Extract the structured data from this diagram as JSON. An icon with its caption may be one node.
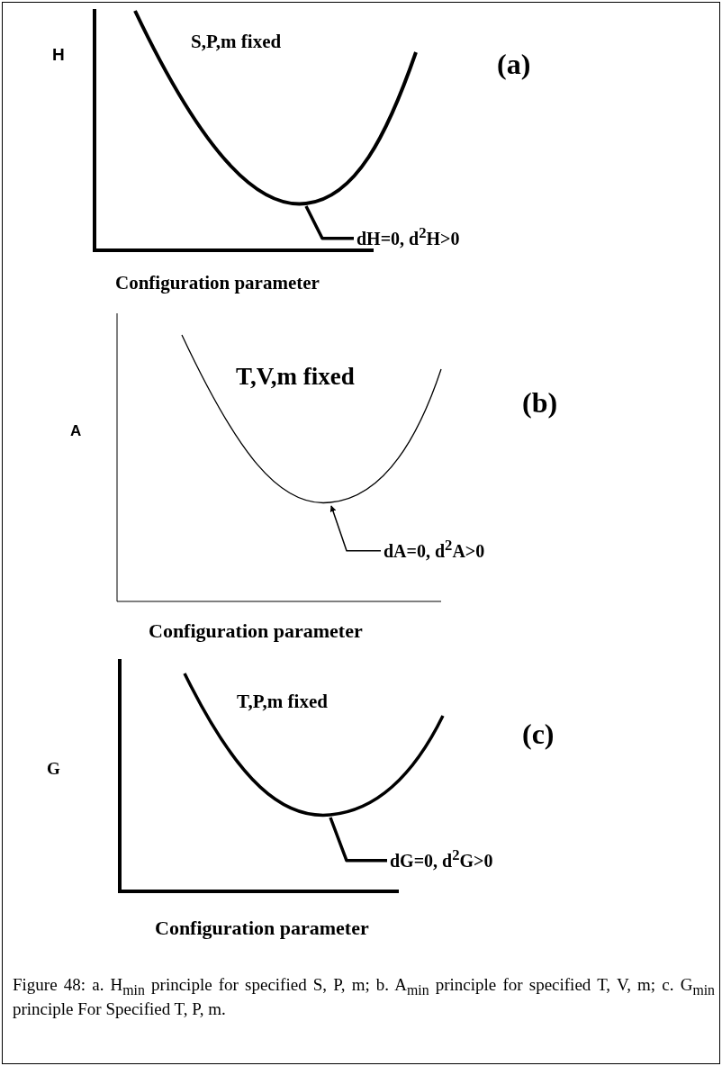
{
  "diagram": {
    "caption": "Figure 48: a. H$_{min}$ principle for specified S, P, m; b. A$_{min}$ principle for specified T, V, m; c. G$_{min}$ principle For Specified T, P, m.",
    "nodes": [
      {
        "text": [
          "dH=0, d$^{2}$H>0"
        ]
      },
      {
        "text": [
          "dA=0, d$^{2}$A>0"
        ]
      },
      {
        "text": [
          "dG=0, d$^{2}$G>0"
        ]
      },
      {
        "text": [],
        "shape": "curve"
      },
      {
        "text": [],
        "shape": "curve"
      },
      {
        "text": [],
        "shape": "curve"
      }
    ],
    "edges": [
      {
        "from": 0,
        "to": 3,
        "arrow": "none"
      },
      {
        "from": 1,
        "to": 4,
        "arrow": "to"
      },
      {
        "from": 2,
        "to": 5,
        "arrow": "none"
      }
    ],
    "labels": [
      "S,P,m fixed",
      "H",
      "(a)",
      "Configuration parameter",
      "T,V,m fixed",
      "(b)",
      "A",
      "Configuration parameter",
      "T,P,m fixed",
      "G",
      "(c)",
      "Configuration parameter"
    ]
  }
}
